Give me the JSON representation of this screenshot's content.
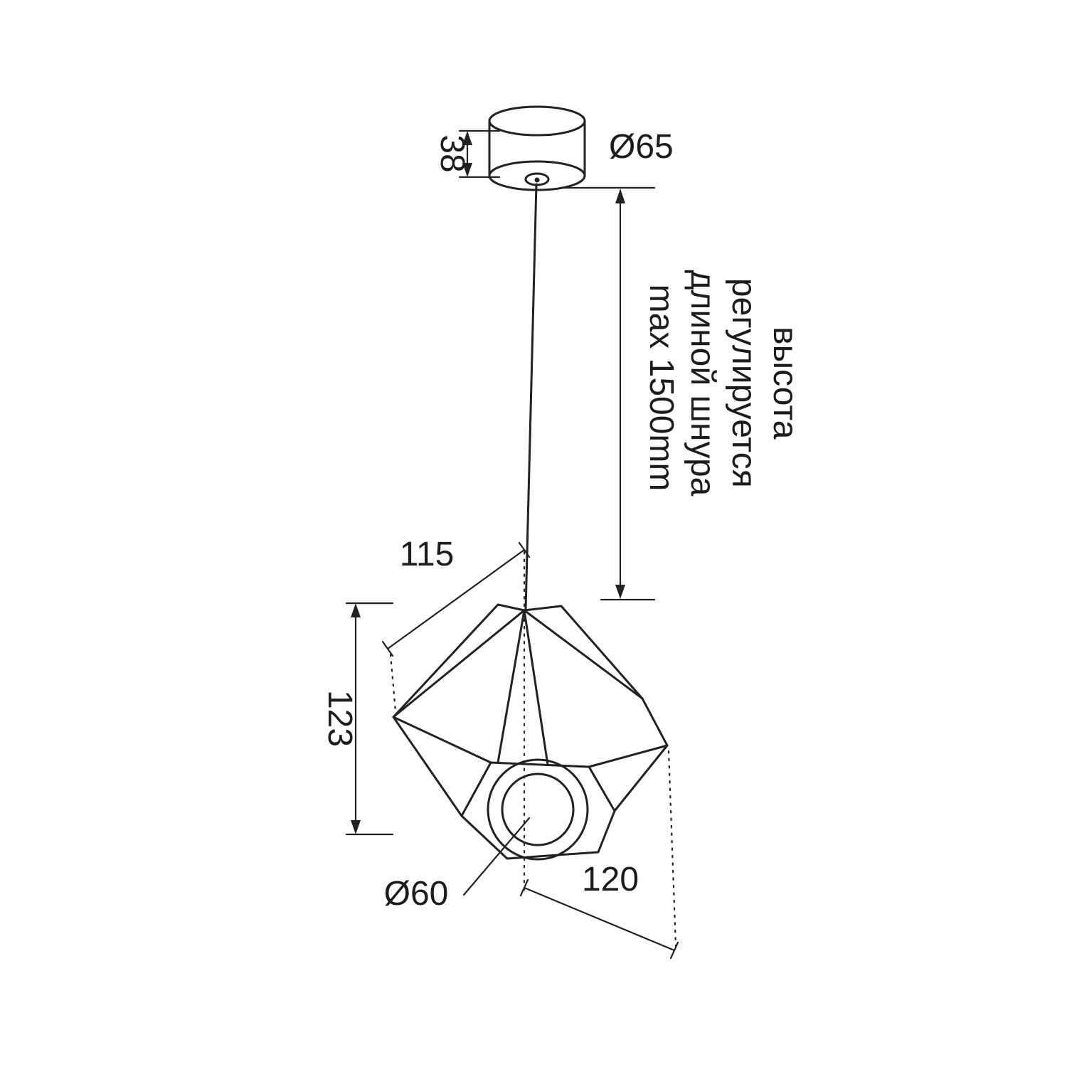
{
  "page": {
    "background": "#ffffff",
    "line_color": "#222222"
  },
  "labels": {
    "canopy_height": "38",
    "canopy_diameter": "Ø65",
    "shade_top_width": "115",
    "shade_height": "123",
    "opening_diameter": "Ø60",
    "shade_bottom_width": "120"
  },
  "note": {
    "line1": "высота",
    "line2": "регулируется",
    "line3": "длиной шнура",
    "line4": "max 1500mm"
  }
}
